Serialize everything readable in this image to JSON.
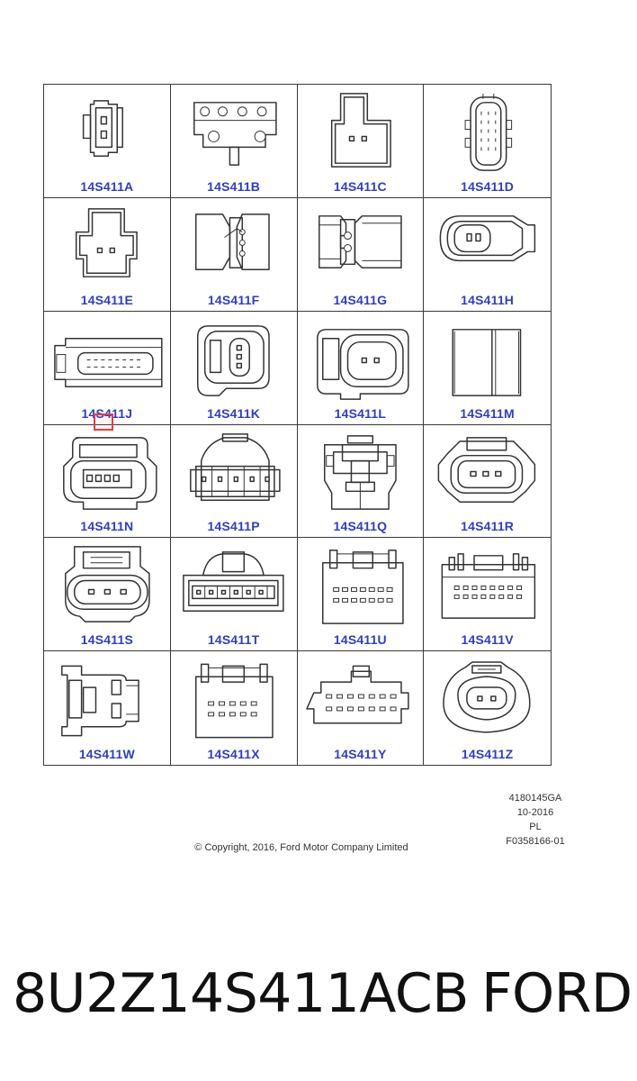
{
  "diagram": {
    "connectors": [
      "14S411A",
      "14S411B",
      "14S411C",
      "14S411D",
      "14S411E",
      "14S411F",
      "14S411G",
      "14S411H",
      "14S411J",
      "14S411K",
      "14S411L",
      "14S411M",
      "14S411N",
      "14S411P",
      "14S411Q",
      "14S411R",
      "14S411S",
      "14S411T",
      "14S411U",
      "14S411V",
      "14S411W",
      "14S411X",
      "14S411Y",
      "14S411Z"
    ],
    "label_color": "#2f3fbf",
    "highlight_color": "#e04040"
  },
  "footer": {
    "codes": [
      "4180145GA",
      "10-2016",
      "PL",
      "F0358166-01"
    ],
    "copyright": "© Copyright, 2016, Ford Motor Company Limited"
  },
  "product": {
    "part_number": "8U2Z14S411ACB",
    "brand": "FORD"
  }
}
